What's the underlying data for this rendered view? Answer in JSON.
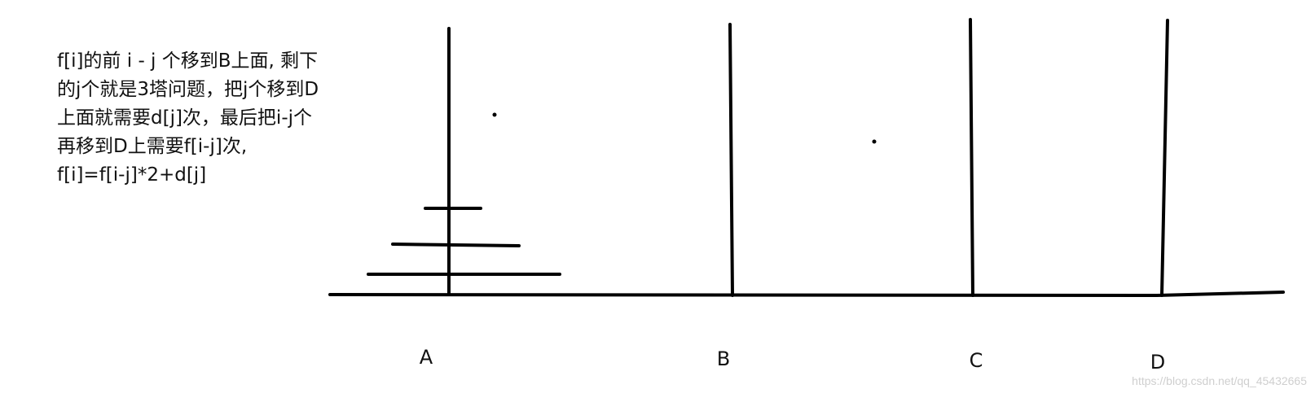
{
  "explanation": {
    "lines": [
      "f[i]的前 i - j 个移到B上面, 剩下",
      "的j个就是3塔问题，把j个移到D",
      "上面就需要d[j]次，最后把i-j个",
      "再移到D上需要f[i-j]次,",
      "f[i]=f[i-j]*2+d[j]"
    ]
  },
  "pegs": {
    "labels": [
      "A",
      "B",
      "C",
      "D"
    ]
  },
  "watermark": "https://blog.csdn.net/qq_45432665",
  "colors": {
    "ink": "#000000",
    "watermark": "#cfcfcf"
  }
}
